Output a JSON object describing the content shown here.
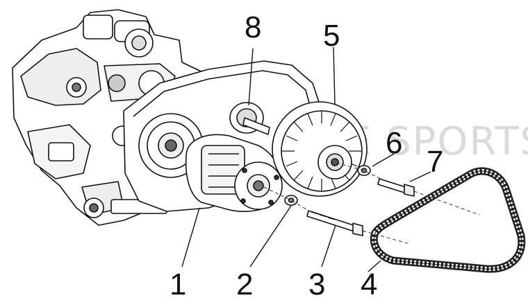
{
  "callouts": {
    "c1": "1",
    "c2": "2",
    "c3": "3",
    "c4": "4",
    "c5": "5",
    "c6": "6",
    "c7": "7",
    "c8": "8"
  },
  "watermark": "PERFORMANCE SPORTS",
  "colors": {
    "line": "#111111",
    "fill": "#ffffff",
    "shade": "#d9d9d9",
    "dark": "#555555"
  }
}
